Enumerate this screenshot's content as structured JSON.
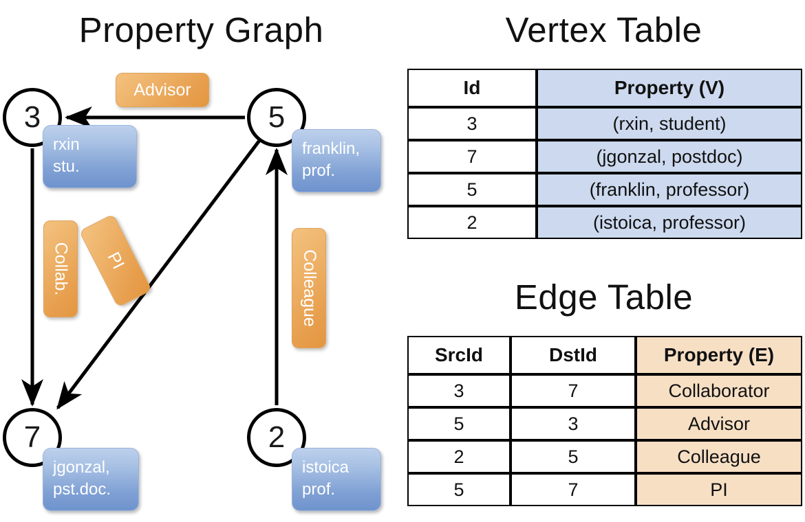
{
  "titles": {
    "graph": "Property Graph",
    "vertex_table": "Vertex Table",
    "edge_table": "Edge Table"
  },
  "colors": {
    "vertex_property_fill": "#ccd9ee",
    "edge_property_fill": "#f7dfc4",
    "node_box_blue": "#7fa0d4",
    "edge_chip_orange": "#e79f4e",
    "stroke": "#000000"
  },
  "graph": {
    "vertices": [
      {
        "id": "3",
        "label": "rxin\nstu.",
        "box_name": "rxin"
      },
      {
        "id": "5",
        "label": "franklin,\nprof.",
        "box_name": "franklin"
      },
      {
        "id": "7",
        "label": "jgonzal,\npst.doc.",
        "box_name": "jgonzal"
      },
      {
        "id": "2",
        "label": "istoica\nprof.",
        "box_name": "istoica"
      }
    ],
    "edge_labels": {
      "advisor": "Advisor",
      "collab": "Collab.",
      "pi": "PI",
      "colleague": "Colleague"
    },
    "edges": [
      {
        "from": "5",
        "to": "3",
        "label": "Advisor"
      },
      {
        "from": "3",
        "to": "7",
        "label": "Collab."
      },
      {
        "from": "5",
        "to": "7",
        "label": "PI"
      },
      {
        "from": "2",
        "to": "5",
        "label": "Colleague"
      }
    ]
  },
  "vertex_table": {
    "headers": [
      "Id",
      "Property (V)"
    ],
    "rows": [
      {
        "id": "3",
        "property": "(rxin, student)"
      },
      {
        "id": "7",
        "property": "(jgonzal, postdoc)"
      },
      {
        "id": "5",
        "property": "(franklin, professor)"
      },
      {
        "id": "2",
        "property": "(istoica, professor)"
      }
    ]
  },
  "edge_table": {
    "headers": [
      "SrcId",
      "DstId",
      "Property (E)"
    ],
    "rows": [
      {
        "src": "3",
        "dst": "7",
        "property": "Collaborator"
      },
      {
        "src": "5",
        "dst": "3",
        "property": "Advisor"
      },
      {
        "src": "2",
        "dst": "5",
        "property": "Colleague"
      },
      {
        "src": "5",
        "dst": "7",
        "property": "PI"
      }
    ]
  }
}
